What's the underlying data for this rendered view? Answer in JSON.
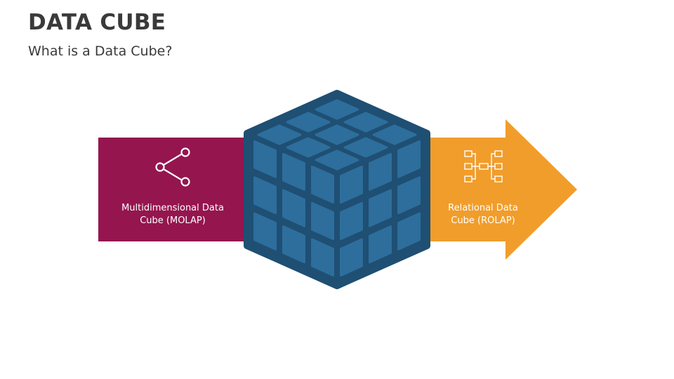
{
  "slide": {
    "title": "DATA CUBE",
    "subtitle": "What is a Data Cube?"
  },
  "left_block": {
    "label_line1": "Multidimensional Data",
    "label_line2": "Cube (MOLAP)",
    "icon": "share-nodes-icon",
    "color": "#95154f"
  },
  "right_block": {
    "label_line1": "Relational Data",
    "label_line2": "Cube (ROLAP)",
    "icon": "hierarchy-tree-icon",
    "color": "#f19d2b"
  },
  "cube": {
    "icon": "data-cube-icon",
    "face_color": "#2d6e9c",
    "edge_color": "#1f4f73"
  }
}
